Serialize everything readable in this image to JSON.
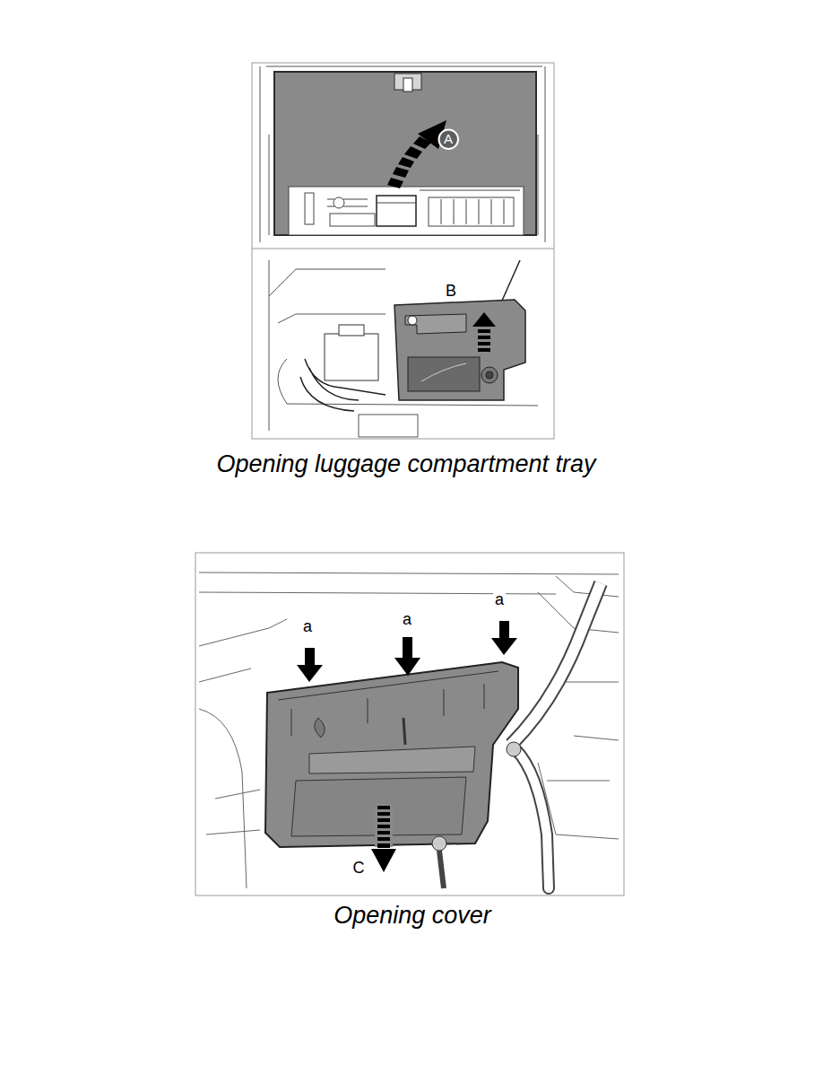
{
  "diagram": {
    "nodes": [
      {
        "text": [
          "A"
        ]
      }
    ],
    "labels": [
      "B",
      "Opening luggage compartment tray",
      "a",
      "a",
      "a",
      "C",
      "Opening cover"
    ]
  }
}
